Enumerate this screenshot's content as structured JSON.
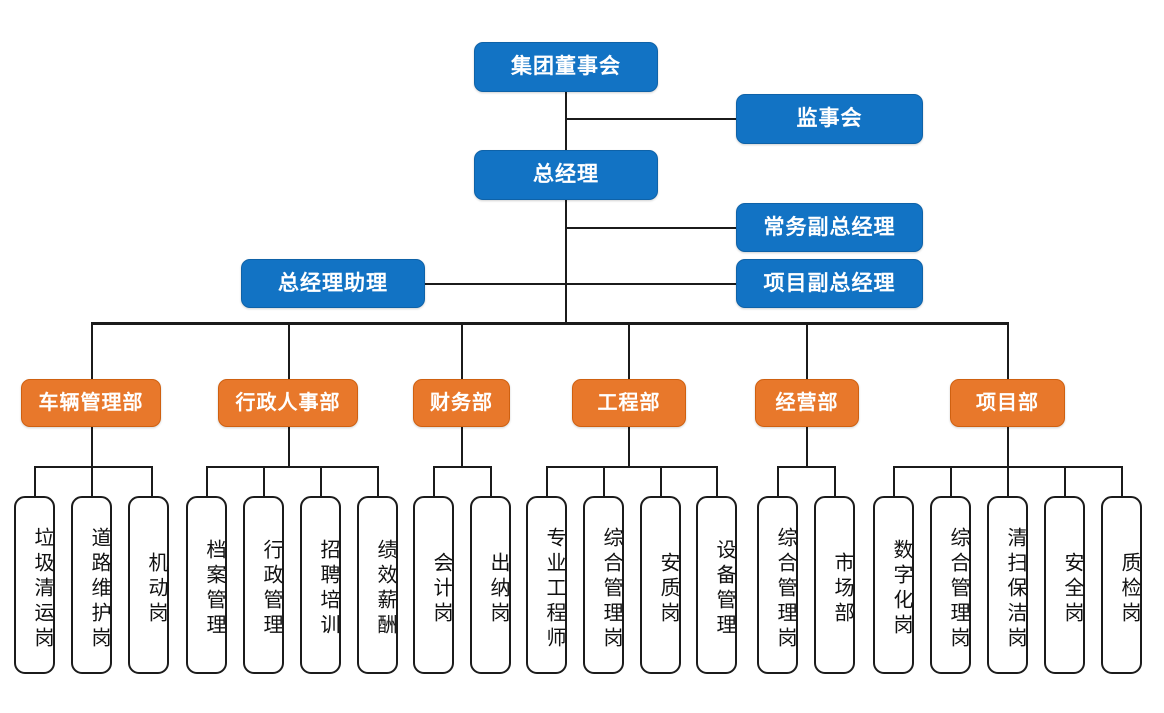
{
  "chart_title": "",
  "colors": {
    "executive_blue": "#1273C4",
    "department_orange": "#E8782B",
    "position_box": "#FFFFFF",
    "line": "#1B1B1B",
    "background": "#FFFFFF"
  },
  "executive": {
    "board": "集团董事会",
    "supervisory_board": "监事会",
    "general_manager": "总经理",
    "executive_deputy_gm": "常务副总经理",
    "project_deputy_gm": "项目副总经理",
    "gm_assistant": "总经理助理"
  },
  "departments": [
    {
      "name": "车辆管理部",
      "positions": [
        "垃圾清运岗",
        "道路维护岗",
        "机动岗"
      ]
    },
    {
      "name": "行政人事部",
      "positions": [
        "档案管理",
        "行政管理",
        "招聘培训",
        "绩效薪酬"
      ]
    },
    {
      "name": "财务部",
      "positions": [
        "会计岗",
        "出纳岗"
      ]
    },
    {
      "name": "工程部",
      "positions": [
        "专业工程师",
        "综合管理岗",
        "安质岗",
        "设备管理"
      ]
    },
    {
      "name": "经营部",
      "positions": [
        "综合管理岗",
        "市场部"
      ]
    },
    {
      "name": "项目部",
      "positions": [
        "数字化岗",
        "综合管理岗",
        "清扫保洁岗",
        "安全岗",
        "质检岗"
      ]
    }
  ]
}
